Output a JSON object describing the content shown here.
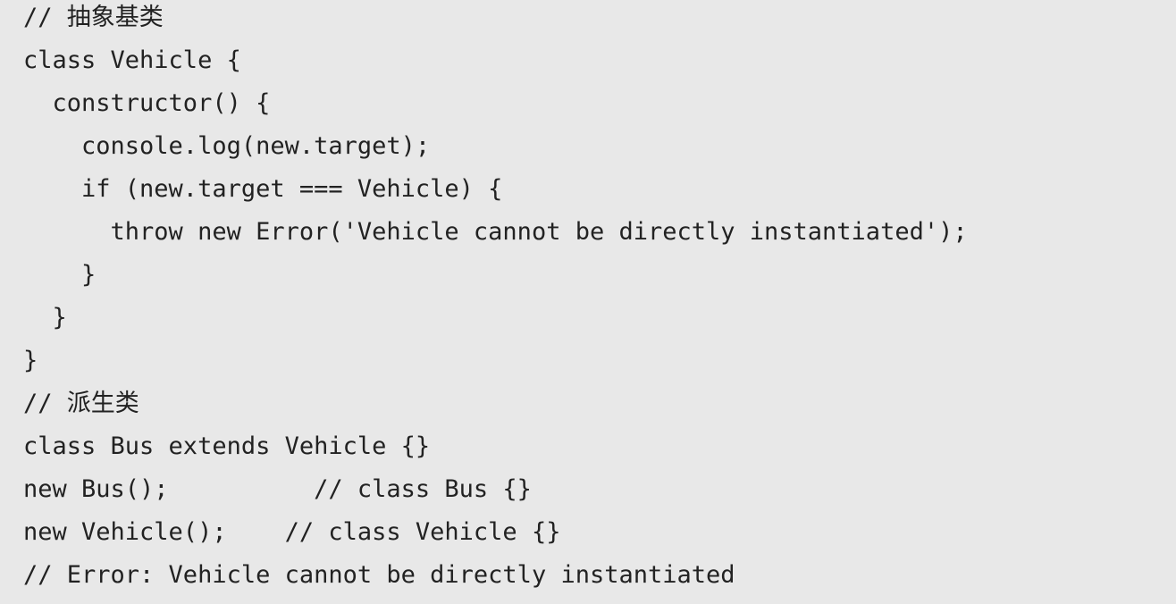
{
  "code": {
    "lines": [
      "// 抽象基类",
      "class Vehicle {",
      "  constructor() {",
      "    console.log(new.target);",
      "    if (new.target === Vehicle) {",
      "      throw new Error('Vehicle cannot be directly instantiated');",
      "    }",
      "  }",
      "}",
      "// 派生类",
      "class Bus extends Vehicle {}",
      "new Bus();          // class Bus {}",
      "new Vehicle();    // class Vehicle {}",
      "// Error: Vehicle cannot be directly instantiated"
    ]
  }
}
